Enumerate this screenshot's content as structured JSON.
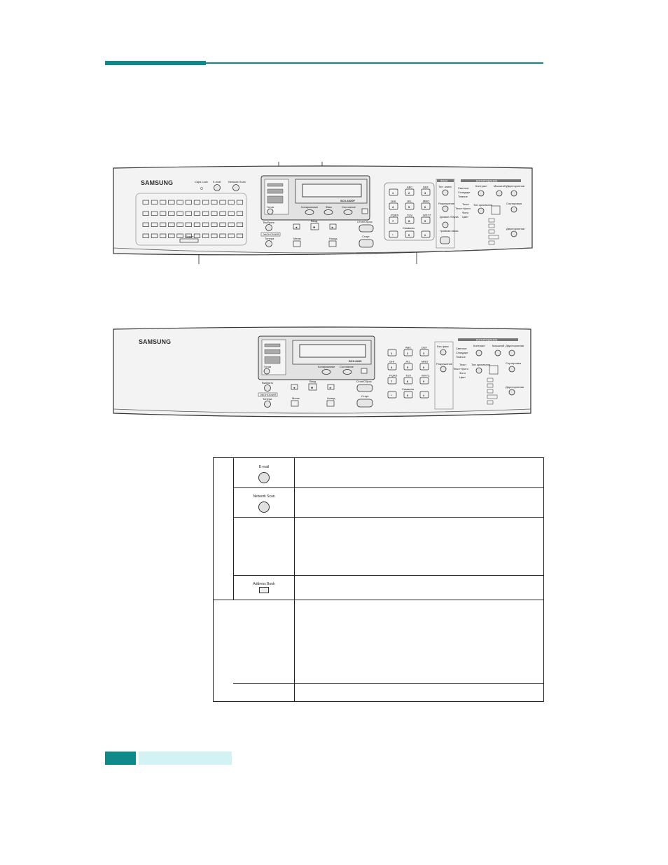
{
  "panel1": {
    "brand": "SAMSUNG",
    "model": "SCX-6320F",
    "labels": {
      "caps_lock": "Caps Lock",
      "email": "E-mail",
      "network_scan": "Network Scan",
      "fax_header": "ФАКС",
      "copy_header": "КОПИРОВАНИЕ",
      "copy_btn": "Копирование",
      "fax_btn": "Факс",
      "status_btn": "Состояние",
      "select_btn": "Выбрать",
      "enter_btn": "Ввод",
      "eco_label": "ЭКОНОМИЯ",
      "toner_btn": "Тонера",
      "menu_btn": "Меню",
      "back_btn": "Назад",
      "stop_btn": "Стоп/Сброс",
      "start_btn": "Старт",
      "symbols_btn": "Символы",
      "tel_book": "Тел. книга",
      "resolution": "Разрешение",
      "redial": "Дозвон /Пауза",
      "speaker": "Громкая связь",
      "contrast": "Контраст",
      "scale": "Масштаб",
      "collate": "Сортировка",
      "duplex": "Двусторонняя",
      "original_type": "Тип оригинала",
      "light": "Светлое",
      "normal": "Стандарт",
      "dark": "Темное",
      "text": "Текст",
      "text_photo": "Текст+фото",
      "photo": "Фото",
      "color": "Цвет",
      "space": "Space",
      "status_lbl": "Готов"
    }
  },
  "panel2": {
    "brand": "SAMSUNG",
    "model": "SCX-6220",
    "labels": {
      "copy_header": "КОПИРОВАНИЕ",
      "copy_btn": "Копирование",
      "status_btn": "Состояние",
      "select_btn": "Выбрать",
      "enter_btn": "Ввод",
      "eco_label": "ЭКОНОМИЯ",
      "toner_btn": "Тонера",
      "menu_btn": "Меню",
      "back_btn": "Назад",
      "stop_btn": "Стоп/Сброс",
      "start_btn": "Старт",
      "symbols_btn": "Символы",
      "no_fax": "Без факс",
      "resolution": "Разрешение",
      "contrast": "Контраст",
      "scale": "Масштаб",
      "collate": "Сортировка",
      "duplex": "Двусторонняя",
      "original_type": "Тип оригинала",
      "light": "Светлое",
      "normal": "Стандарт",
      "dark": "Темное",
      "text": "Текст",
      "text_photo": "Текст+фото",
      "photo": "Фото",
      "color": "Цвет",
      "status_lbl": "Готов"
    }
  },
  "keypad": {
    "keys": [
      "1",
      "2",
      "3",
      "4",
      "5",
      "6",
      "7",
      "8",
      "9",
      "*",
      "0",
      "#"
    ],
    "subs": [
      "",
      "ABC",
      "DEF",
      "GHI",
      "JKL",
      "MNO",
      "PQRS",
      "TUV",
      "WXYZ",
      "",
      "",
      ""
    ]
  },
  "table": {
    "rows": [
      {
        "button_label": "E-mail"
      },
      {
        "button_label": "Network Scan"
      },
      {
        "button_label": ""
      },
      {
        "button_label": "Address Book"
      },
      {
        "button_label": ""
      },
      {
        "button_label": ""
      }
    ]
  }
}
